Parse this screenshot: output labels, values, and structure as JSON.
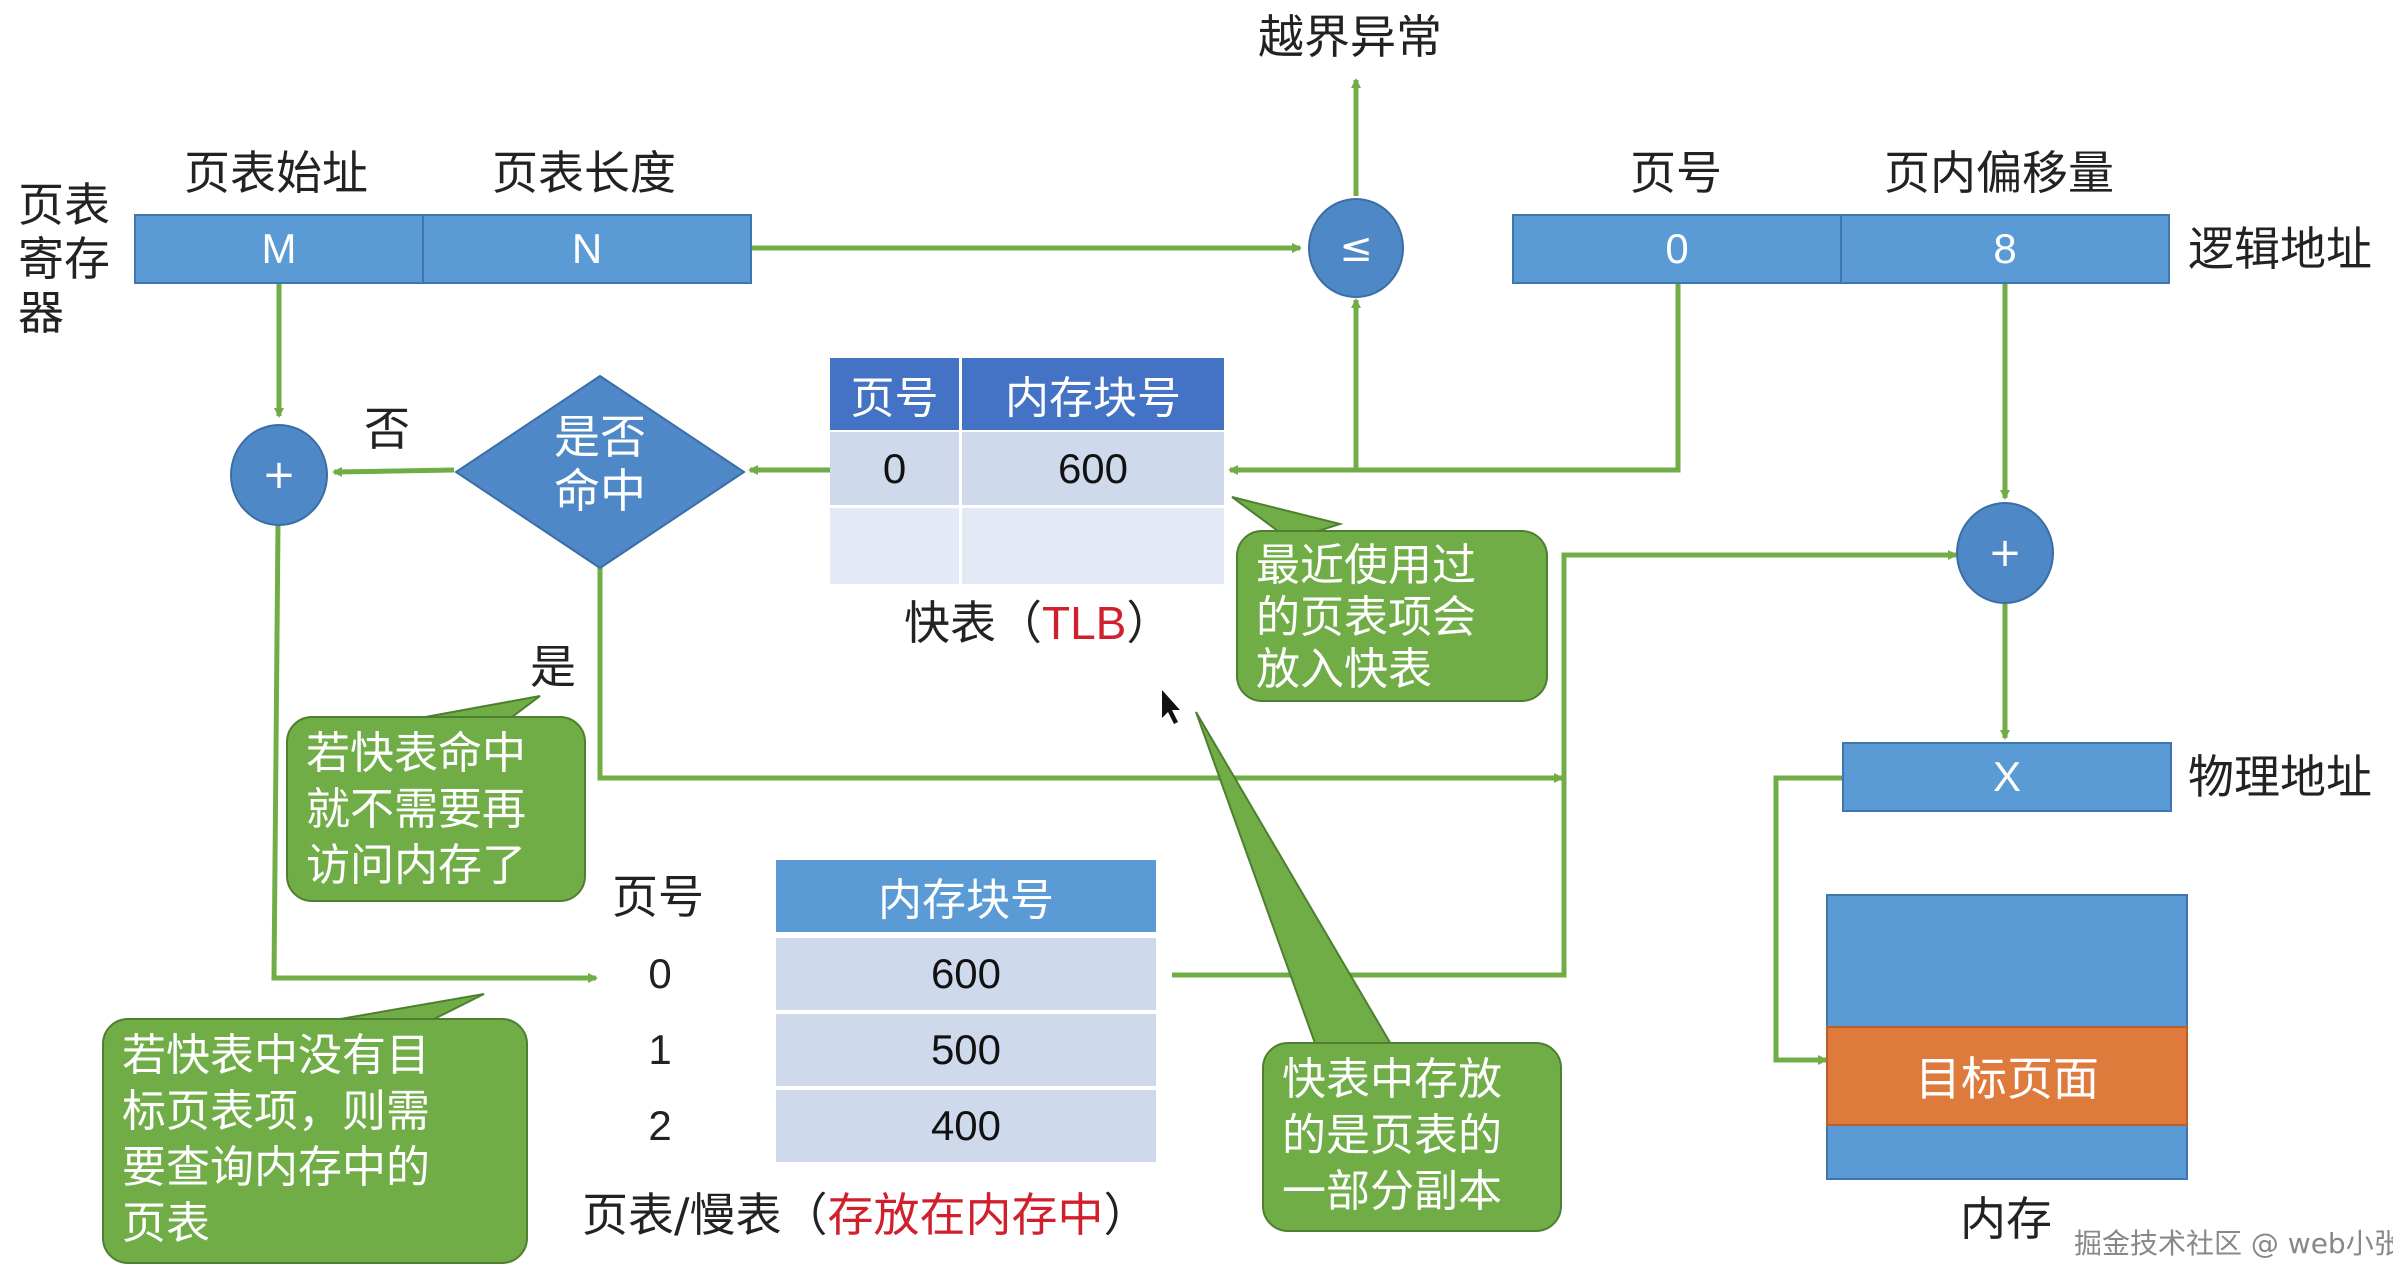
{
  "page_table_register": {
    "label_lines": [
      "页表",
      "寄存",
      "器"
    ],
    "start_addr_label": "页表始址",
    "length_label": "页表长度",
    "start_value": "M",
    "length_value": "N"
  },
  "compare": {
    "symbol": "≤",
    "out_of_bounds_label": "越界异常"
  },
  "logical_address": {
    "label": "逻辑地址",
    "page_no_label": "页号",
    "offset_label": "页内偏移量",
    "page_no_value": "0",
    "offset_value": "8"
  },
  "decision": {
    "line1": "是否",
    "line2": "命中",
    "no_label": "否",
    "yes_label": "是"
  },
  "adder_symbol": "+",
  "tlb": {
    "headers": [
      "页号",
      "内存块号"
    ],
    "rows": [
      [
        "0",
        "600"
      ],
      [
        "",
        ""
      ]
    ],
    "caption_prefix": "快表（",
    "caption_highlight": "TLB",
    "caption_suffix": "）"
  },
  "page_table": {
    "page_no_header": "页号",
    "block_header": "内存块号",
    "rows": [
      [
        "0",
        "600"
      ],
      [
        "1",
        "500"
      ],
      [
        "2",
        "400"
      ]
    ],
    "caption_prefix": "页表/慢表（",
    "caption_highlight": "存放在内存中",
    "caption_suffix": "）"
  },
  "physical_address": {
    "label": "物理地址",
    "value": "X"
  },
  "memory": {
    "target_label": "目标页面",
    "caption": "内存"
  },
  "notes": {
    "tlb_recent": [
      "最近使用过",
      "的页表项会",
      "放入快表"
    ],
    "hit_no_memory": [
      "若快表命中",
      "就不需要再",
      "访问内存了"
    ],
    "miss_lookup": [
      "若快表中没有目",
      "标页表项，则需",
      "要查询内存中的",
      "页表"
    ],
    "tlb_copy": [
      "快表中存放",
      "的是页表的",
      "一部分副本"
    ]
  },
  "watermark": "掘金技术社区 @ web小张",
  "colors": {
    "box_blue": "#5b9bd5",
    "header_blue": "#4472c4",
    "arrow_green": "#70ad47",
    "note_green": "#70ad47",
    "target_orange": "#dd7a3c",
    "highlight_red": "#d0202e"
  }
}
